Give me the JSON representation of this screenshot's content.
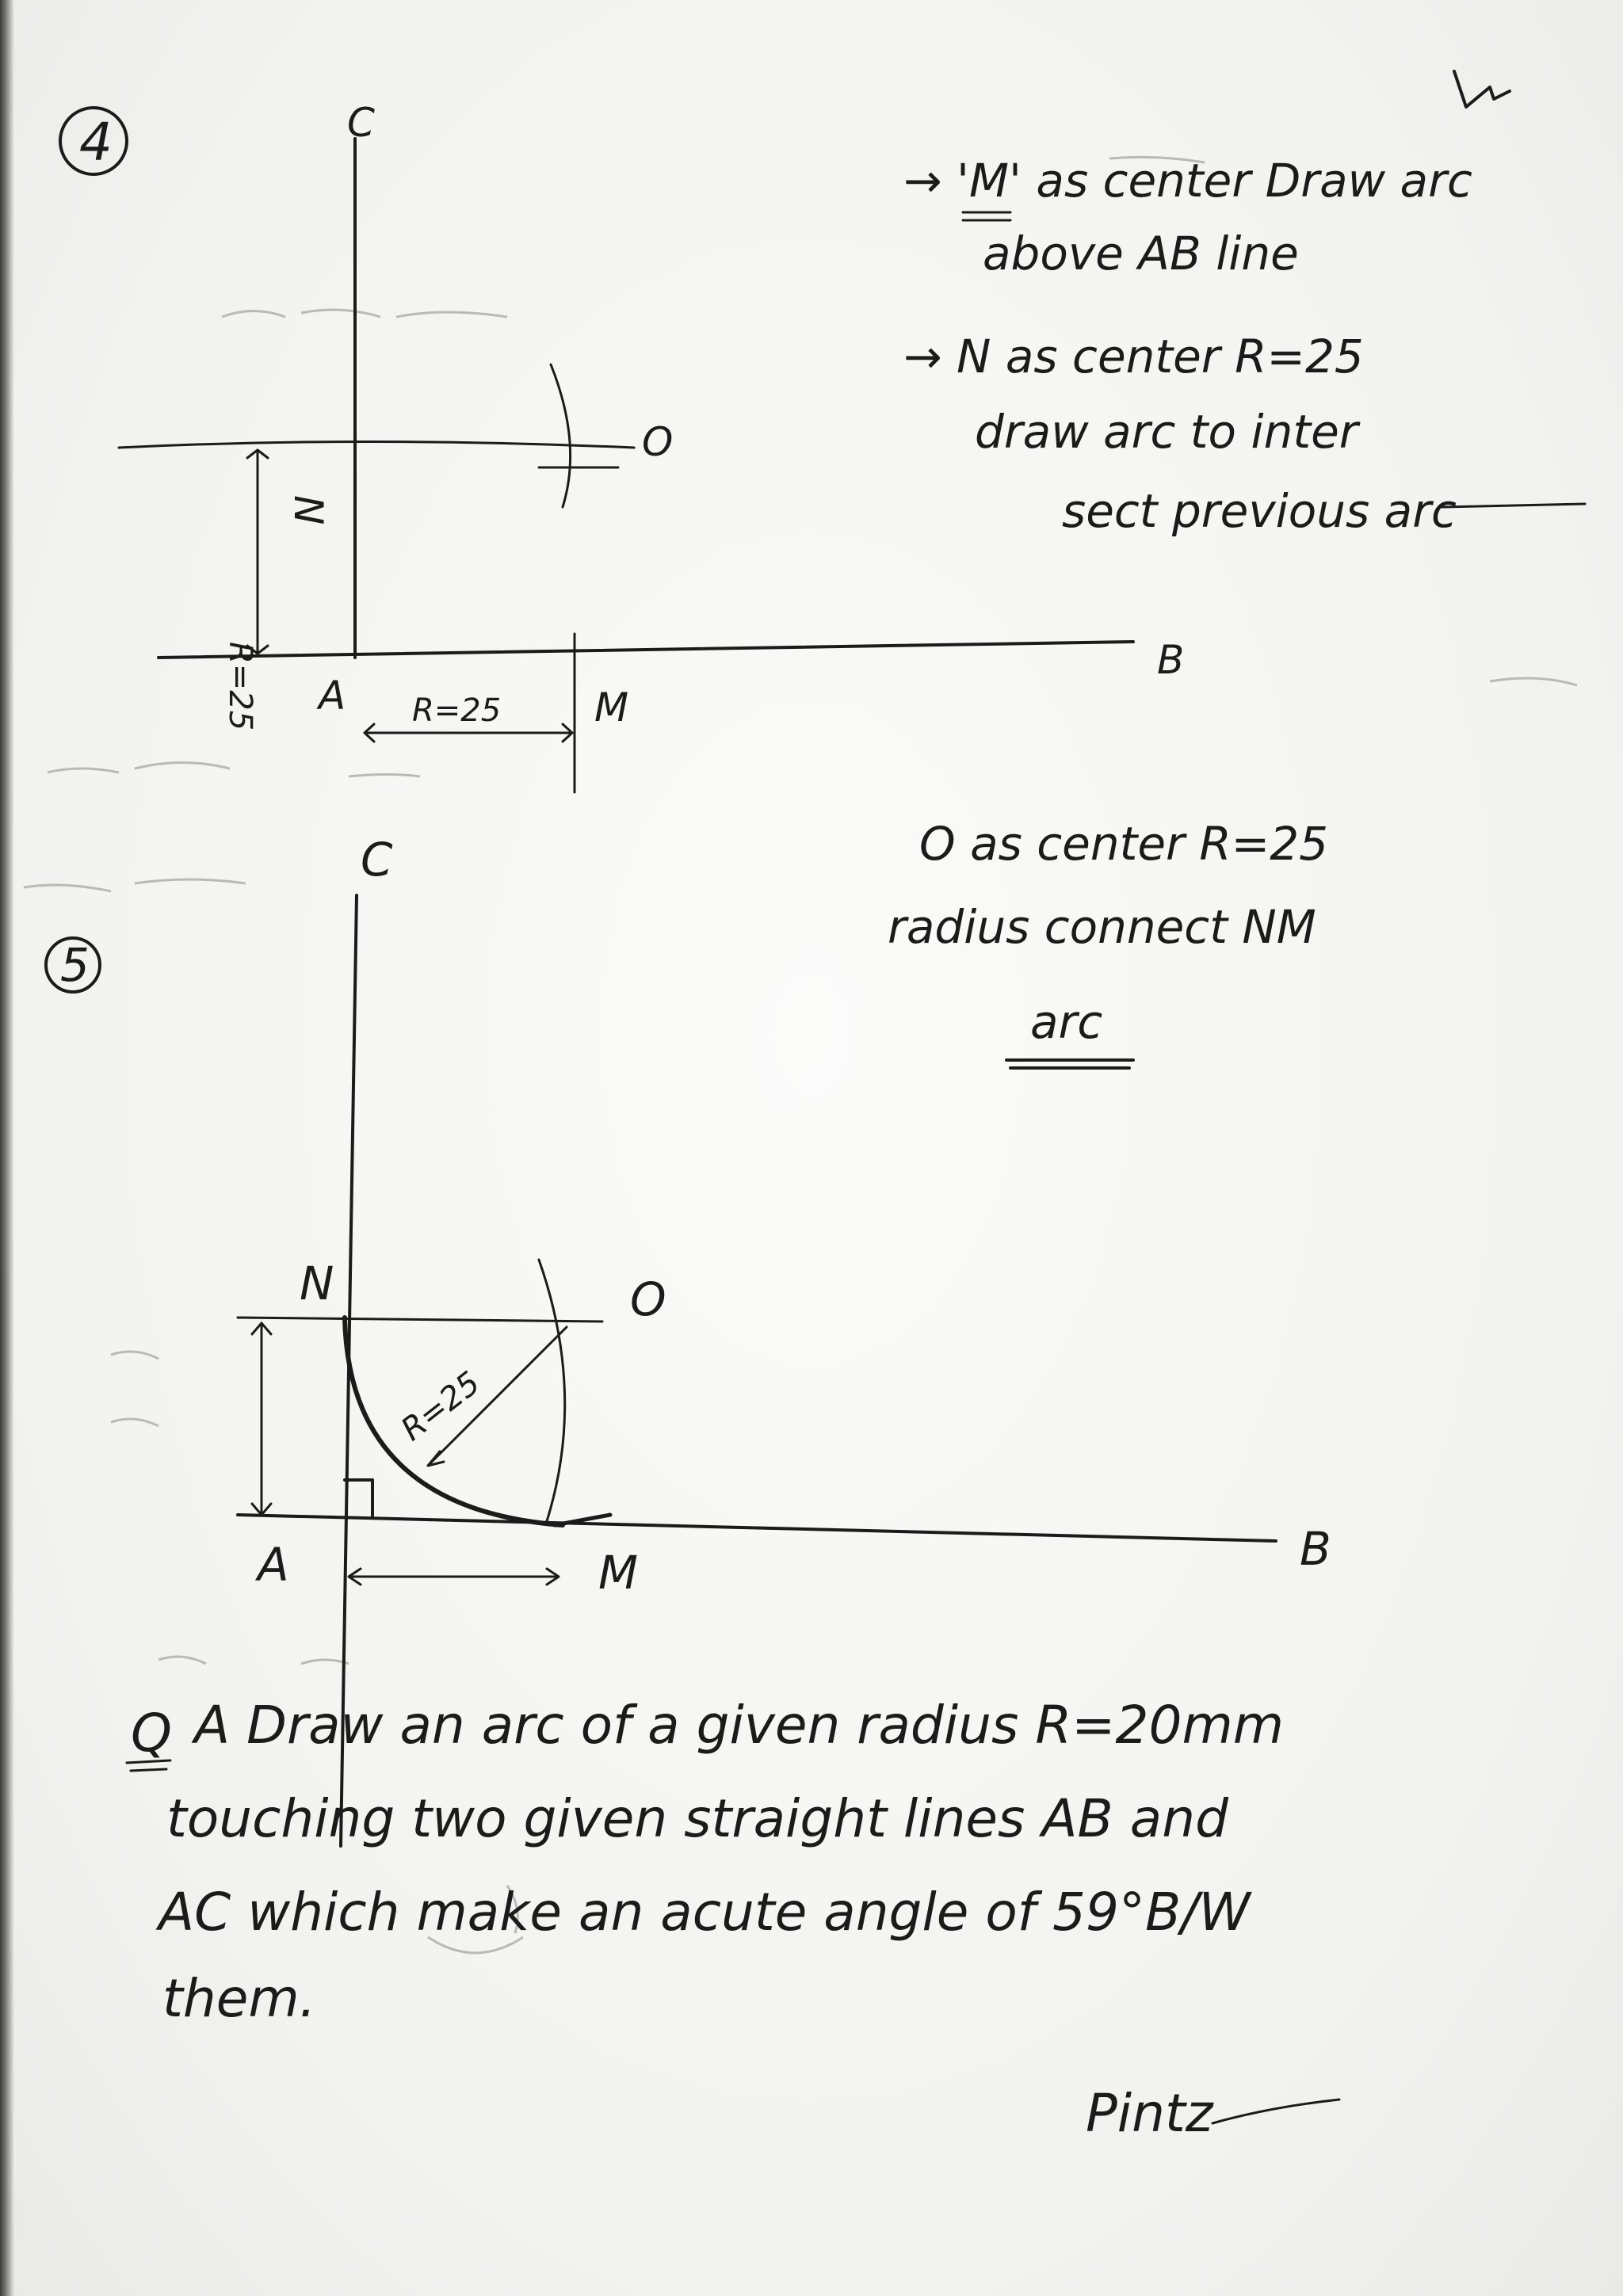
{
  "step4": {
    "number": "4",
    "labels": {
      "C": "C",
      "N": "N",
      "O": "O",
      "A": "A",
      "M": "M",
      "B": "B"
    },
    "dims": {
      "vertical": "R=25",
      "horizontal": "R=25"
    },
    "notes": [
      "→ 'M' as center Draw arc",
      "above AB line",
      "→ N as center R=25",
      "draw arc to inter",
      "sect previous arc"
    ]
  },
  "step5": {
    "number": "5",
    "labels": {
      "C": "C",
      "N": "N",
      "O": "O",
      "A": "A",
      "M": "M",
      "B": "B"
    },
    "dims": {
      "radius": "R=25"
    },
    "notes": [
      "O as center R=25",
      "radius connect NM",
      "arc"
    ]
  },
  "question": {
    "number": "Q",
    "lines": [
      "A Draw an arc of a given radius R=20mm",
      "touching two given straight lines AB and",
      "AC which make an acute angle of 59°B/W",
      "them."
    ]
  },
  "signature": "Pintz"
}
